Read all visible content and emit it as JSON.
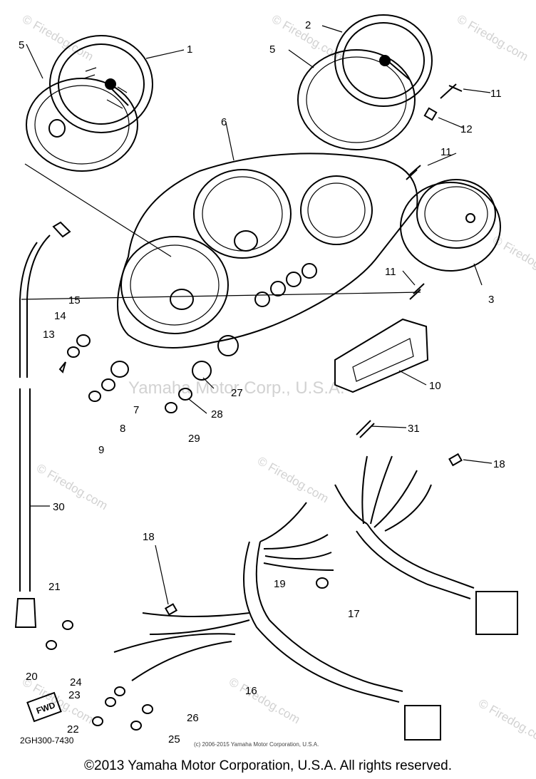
{
  "drawing_code": "2GH300-7430",
  "footer": "©2013 Yamaha Motor Corporation, U.S.A. All rights reserved.",
  "small_copyright": "(c) 2006-2015 Yamaha Motor Corporation, U.S.A.",
  "watermarks": {
    "site": "© Firedog.com",
    "center": "Yamaha Motor Corp., U.S.A."
  },
  "fwd_label": "FWD",
  "callouts": {
    "c1": "1",
    "c2": "2",
    "c3": "3",
    "c5a": "5",
    "c5b": "5",
    "c6": "6",
    "c7": "7",
    "c8": "8",
    "c9": "9",
    "c10": "10",
    "c11a": "11",
    "c11b": "11",
    "c11c": "11",
    "c12": "12",
    "c13": "13",
    "c14": "14",
    "c15": "15",
    "c16": "16",
    "c17": "17",
    "c18a": "18",
    "c18b": "18",
    "c19": "19",
    "c20": "20",
    "c21": "21",
    "c22": "22",
    "c23": "23",
    "c24": "24",
    "c25": "25",
    "c26": "26",
    "c27": "27",
    "c28": "28",
    "c29": "29",
    "c30": "30",
    "c31": "31"
  }
}
